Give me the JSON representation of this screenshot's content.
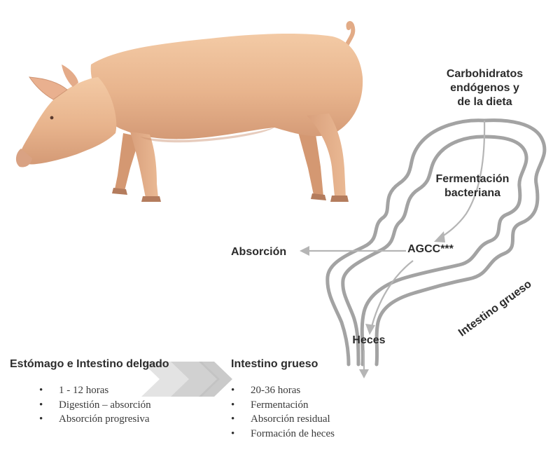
{
  "labels": {
    "carbohidratos": [
      "Carbohidratos",
      "endógenos y",
      "de la dieta"
    ],
    "fermentacion": [
      "Fermentación",
      "bacteriana"
    ],
    "agcc": "AGCC***",
    "absorcion": "Absorción",
    "heces": "Heces",
    "intestino_grueso_diagram": "Intestino grueso"
  },
  "sections": {
    "left": {
      "title": "Estómago e Intestino delgado",
      "items": [
        "1 - 12 horas",
        "Digestión – absorción",
        "Absorción progresiva"
      ]
    },
    "right": {
      "title": "Intestino grueso",
      "items": [
        "20-36 horas",
        "Fermentación",
        "Absorción residual",
        "Formación de heces"
      ]
    }
  },
  "colors": {
    "pig_body": "#e9b892",
    "pig_shadow": "#c98f6c",
    "intestine_outline": "#a3a3a3",
    "arrow": "#b5b5b5",
    "chevron_light": "#e3e3e3",
    "chevron_dark": "#c7c7c7"
  }
}
